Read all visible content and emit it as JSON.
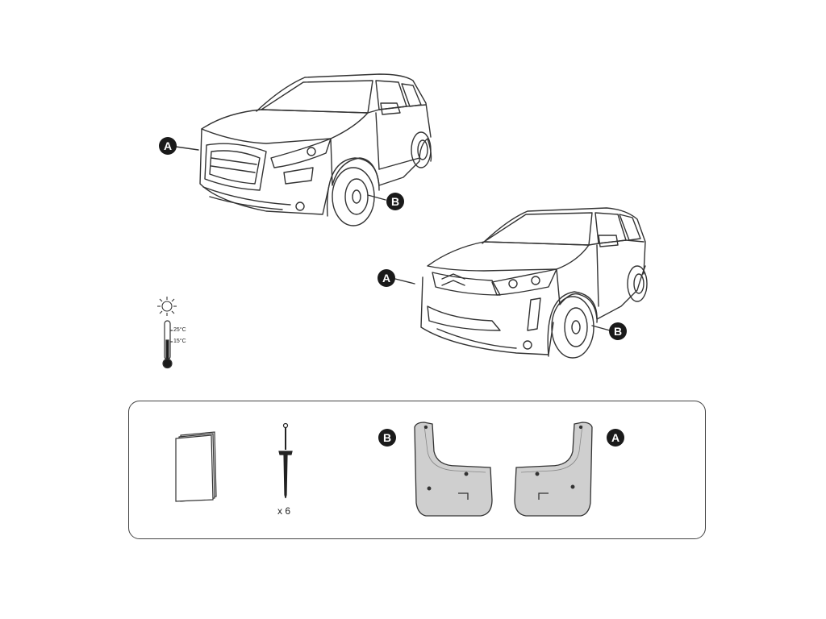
{
  "callouts": {
    "car1_a": "A",
    "car1_b": "B",
    "car2_a": "A",
    "car2_b": "B",
    "part_b": "B",
    "part_a": "A"
  },
  "temperature": {
    "high": "25°C",
    "low": "15°C"
  },
  "parts": {
    "rivet_quantity": "x 6"
  },
  "colors": {
    "line": "#333333",
    "callout_fill": "#1a1a1a",
    "mudflap_fill": "#cfcfcf"
  }
}
